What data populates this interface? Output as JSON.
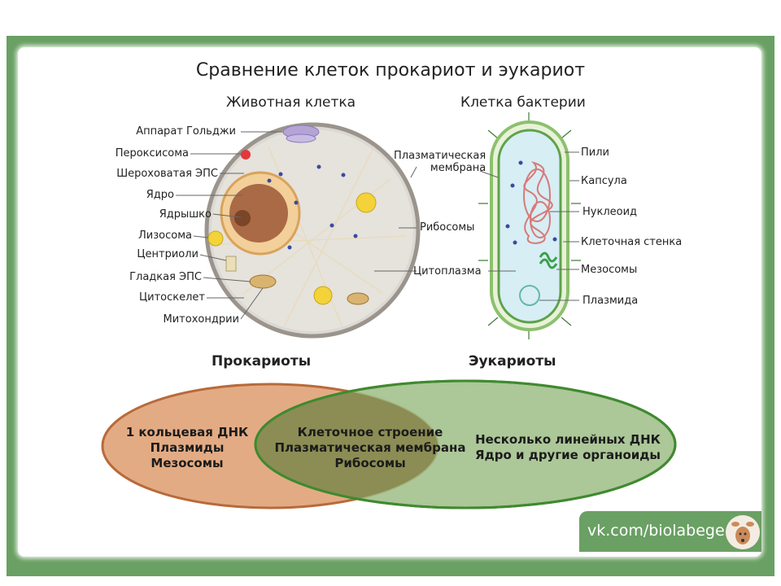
{
  "title": "Сравнение клеток прокариот и эукариот",
  "animal_cell": {
    "heading": "Животная клетка",
    "labels": {
      "golgi": "Аппарат Гольджи",
      "peroxisome": "Пероксисома",
      "rough_er": "Шероховатая ЭПС",
      "nucleus": "Ядро",
      "nucleolus": "Ядрышко",
      "lysosome": "Лизосома",
      "centrioles": "Центриоли",
      "smooth_er": "Гладкая ЭПС",
      "cytoskeleton": "Цитоскелет",
      "mitochondria": "Митохондрии",
      "plasma_membrane": "Плазматическая\nмембрана",
      "ribosomes": "Рибосомы",
      "cytoplasm": "Цитоплазма"
    }
  },
  "bacterial_cell": {
    "heading": "Клетка бактерии",
    "labels": {
      "pili": "Пили",
      "capsule": "Капсула",
      "nucleoid": "Нуклеоид",
      "cell_wall": "Клеточная стенка",
      "mesosomes": "Мезосомы",
      "plasmid": "Плазмида"
    }
  },
  "venn": {
    "left_heading": "Прокариоты",
    "right_heading": "Эукариоты",
    "left_items": [
      "1 кольцевая ДНК",
      "Плазмиды",
      "Мезосомы"
    ],
    "center_items": [
      "Клеточное строение",
      "Плазматическая мембрана",
      "Рибосомы"
    ],
    "right_items": [
      "Несколько линейных ДНК",
      "Ядро и другие органоиды"
    ]
  },
  "watermark": "vk.com/biolabege",
  "colors": {
    "frame_green": "#6aa063",
    "prokaryote_fill": "#e3ab84",
    "prokaryote_stroke": "#b86a3a",
    "eukaryote_fill": "#9dbd86",
    "eukaryote_stroke": "#3f8a2f",
    "overlap_fill": "#8b8d54"
  }
}
